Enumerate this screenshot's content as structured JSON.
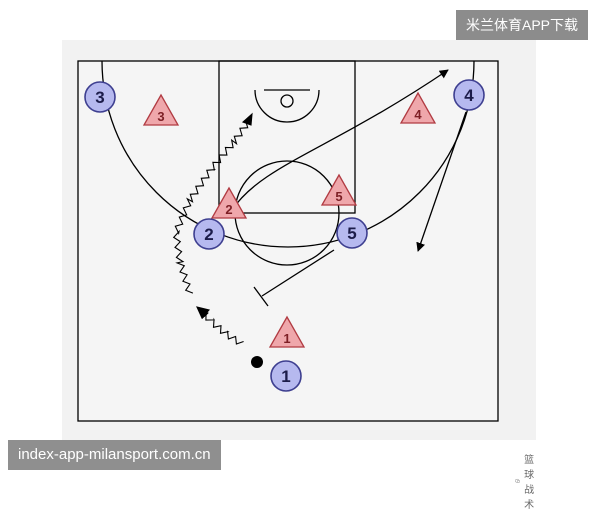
{
  "badge": {
    "text": "米兰体育APP下载"
  },
  "footer": {
    "url_text": "index-app-milansport.com.cn"
  },
  "watermark": {
    "text": "篮球战术"
  },
  "colors": {
    "offense_fill": "#b6b9ef",
    "offense_stroke": "#3e3f90",
    "defense_fill": "#efa7ab",
    "defense_stroke": "#b13b42",
    "line": "#000000"
  },
  "diagram": {
    "offense": [
      {
        "id": "o1",
        "label": "1"
      },
      {
        "id": "o2",
        "label": "2"
      },
      {
        "id": "o3",
        "label": "3"
      },
      {
        "id": "o4",
        "label": "4"
      },
      {
        "id": "o5",
        "label": "5"
      }
    ],
    "defense": [
      {
        "id": "d1",
        "label": "1"
      },
      {
        "id": "d2",
        "label": "2"
      },
      {
        "id": "d3",
        "label": "3"
      },
      {
        "id": "d4",
        "label": "4"
      },
      {
        "id": "d5",
        "label": "5"
      }
    ]
  }
}
